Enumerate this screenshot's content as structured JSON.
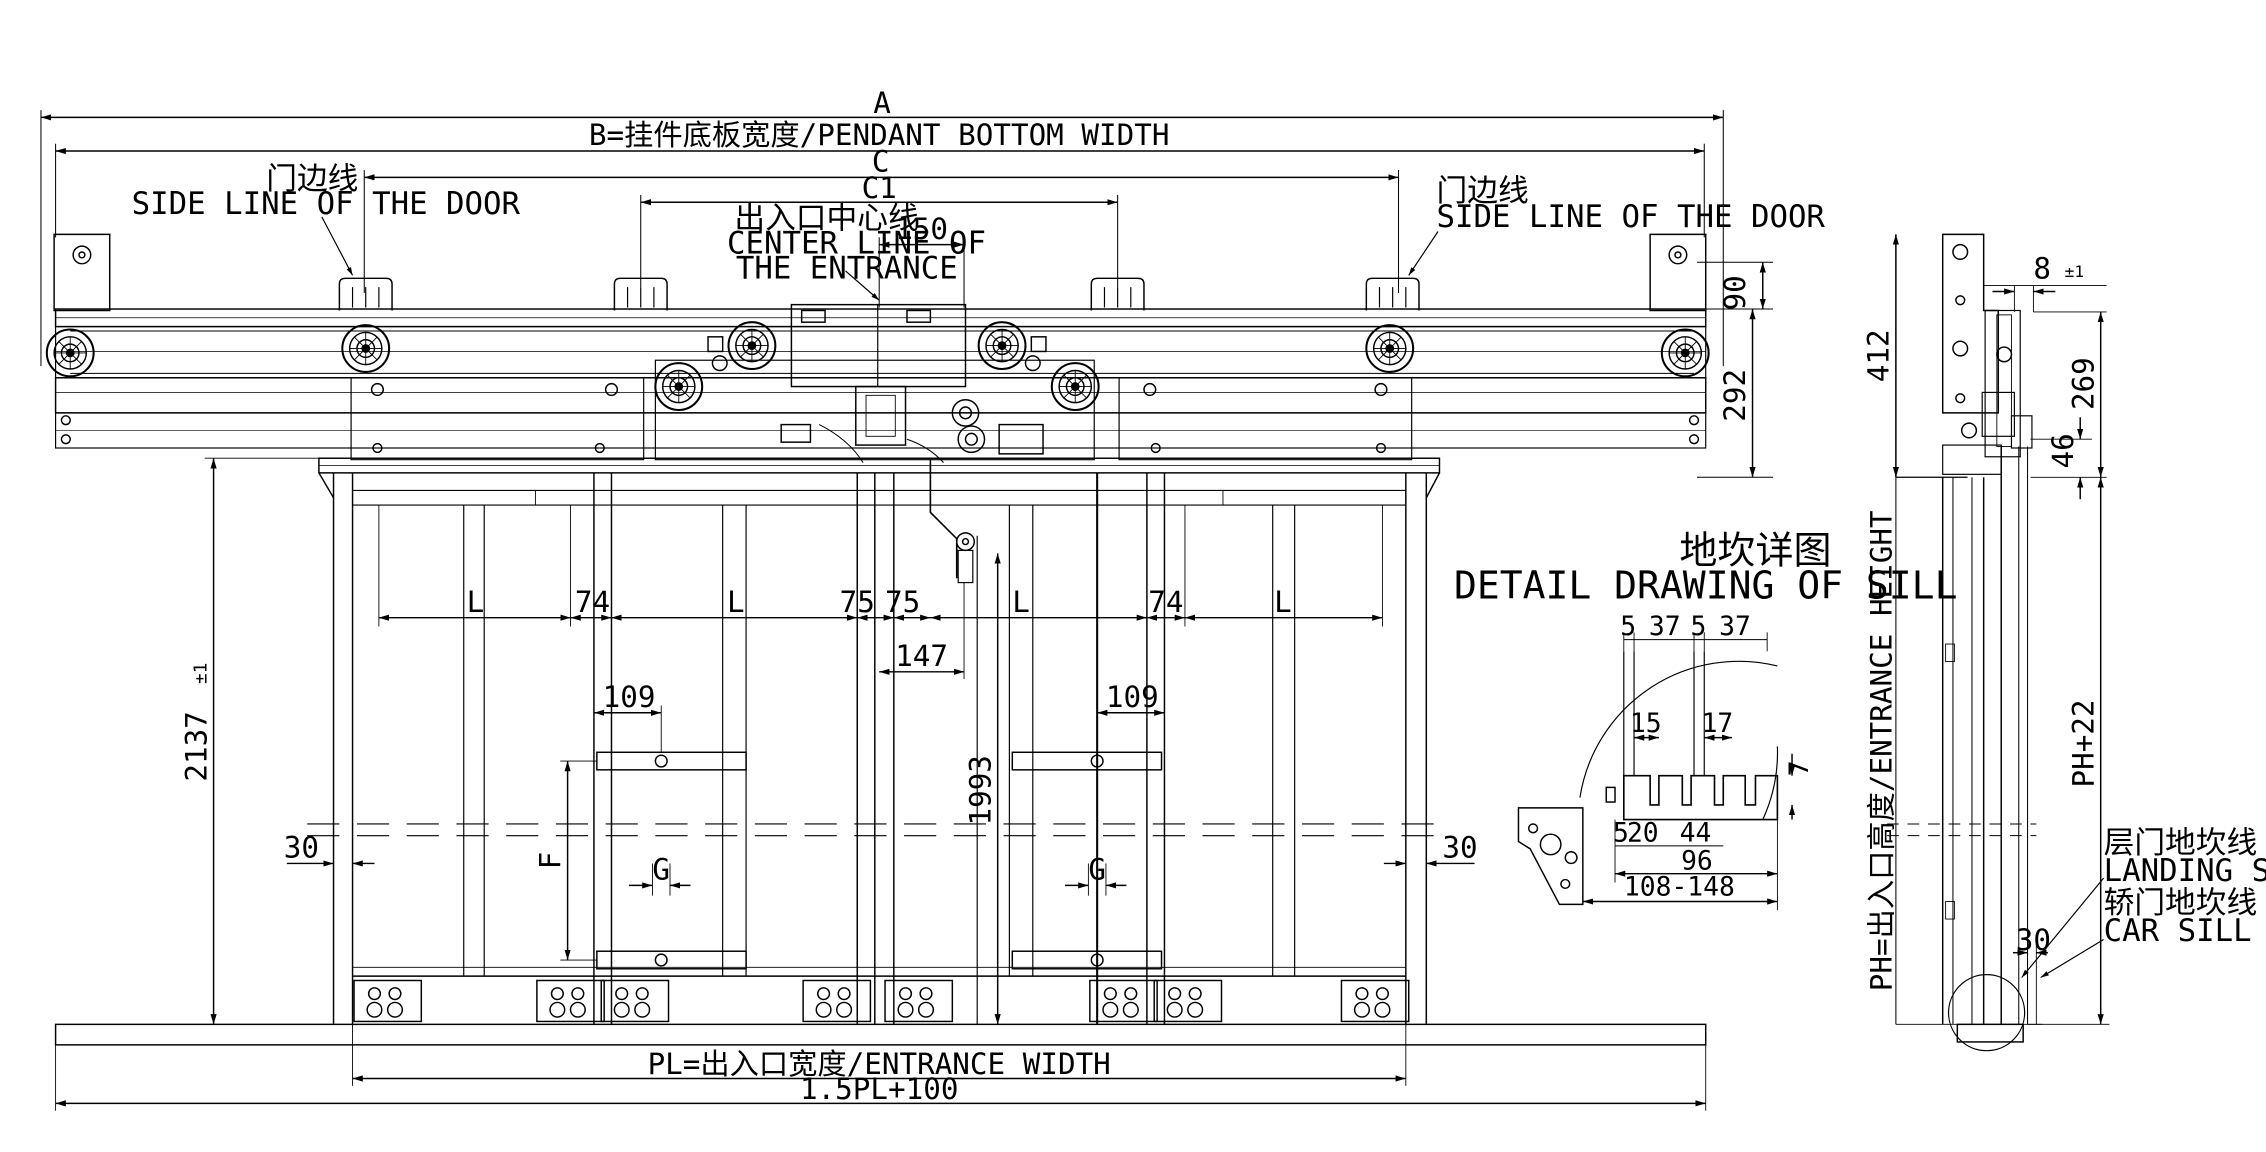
{
  "colors": {
    "ink": "#000000",
    "paper": "#ffffff",
    "hatch": "#333333"
  },
  "front_view": {
    "dim_A": "A",
    "dim_B": "B=挂件底板宽度/PENDANT BOTTOM WIDTH",
    "dim_C": "C",
    "dim_C1": "C1",
    "dim_150": "150",
    "dim_90": "90",
    "dim_292": "292",
    "side_line_left_cn": "门边线",
    "side_line_left_en": "SIDE LINE OF THE DOOR",
    "side_line_right_cn": "门边线",
    "side_line_right_en": "SIDE LINE OF THE DOOR",
    "center_line_cn": "出入口中心线",
    "center_line_en1": "CENTER LINE OF",
    "center_line_en2": "THE ENTRANCE",
    "dim_L1": "L",
    "dim_74a": "74",
    "dim_L2": "L",
    "dim_75a": "75",
    "dim_75b": "75",
    "dim_L3": "L",
    "dim_74b": "74",
    "dim_L4": "L",
    "dim_147": "147",
    "dim_109a": "109",
    "dim_109b": "109",
    "dim_1993": "1993",
    "dim_2137": "2137",
    "dim_2137_tol": "±1",
    "dim_30_left": "30",
    "dim_30_right": "30",
    "dim_F": "F",
    "dim_Ga": "G",
    "dim_Gb": "G",
    "dim_PL": "PL=出入口宽度/ENTRANCE WIDTH",
    "dim_15PL": "1.5PL+100"
  },
  "sill_detail": {
    "title_cn": "地坎详图",
    "title_en": "DETAIL DRAWING OF SILL",
    "d5a": "5",
    "d37a": "37",
    "d5b": "5",
    "d37b": "37",
    "d15": "15",
    "d17": "17",
    "d7": "7",
    "d5c": "5",
    "d20": "20",
    "d44": "44",
    "d96": "96",
    "d108": "108-148"
  },
  "side_view": {
    "d8": "8",
    "d8_tol": "±1",
    "d412": "412",
    "d269": "269",
    "d46": "46",
    "ph_label": "PH=出入口高度/ENTRANCE HEIGHT",
    "ph22": "PH+22",
    "landing_cn": "层门地坎线",
    "landing_en": "LANDING SILL LINE",
    "car_cn": "轿门地坎线",
    "car_en": "CAR SILL LINE",
    "d30": "30"
  }
}
